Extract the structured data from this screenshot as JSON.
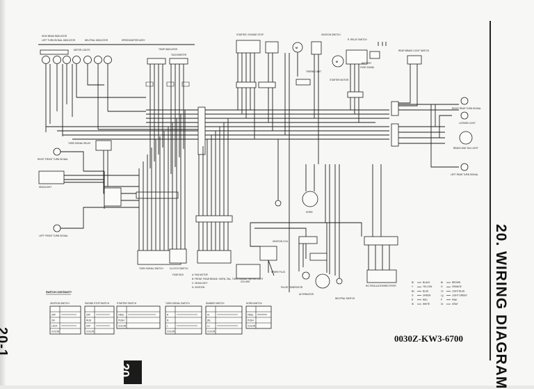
{
  "page": {
    "page_number": "20-1",
    "section_title": "20. WIRING DIAGRAM",
    "tab_number": "20",
    "part_number": "0030Z-KW3-6700"
  },
  "components": {
    "high_beam_indicator": "HIGH BEAM INDICATOR",
    "turn_signal_indicator": "LEFT TURN SIGNAL INDICATOR",
    "neutral_indicator": "NEUTRAL INDICATOR",
    "speedometer_assy": "SPEEDOMETER ASSY",
    "meter_lights": "METER LIGHTS",
    "temp_indicator": "TEMP INDICATOR",
    "tachometer": "TACHOMETER",
    "starter_engine_stop": "STARTER / ENGINE STOP",
    "ignition_switch": "IGNITION SWITCH",
    "relay_switch": "R. RELAY SWITCH",
    "battery": "BATTERY",
    "fuse": "FUSE 20A/8A",
    "thermo_unit": "THERMO UNIT",
    "starter_motor": "STARTER MOTOR",
    "rear_brake_light_switch": "REAR BRAKE LIGHT SWITCH",
    "turn_signal_relay": "TURN SIGNAL RELAY",
    "right_front_turn_signal": "RIGHT FRONT TURN SIGNAL",
    "headlight": "HEADLIGHT",
    "left_front_turn_signal": "LEFT FRONT TURN SIGNAL",
    "right_rear_turn_signal": "RIGHT REAR TURN SIGNAL",
    "license_light": "LICENSE LIGHT",
    "brake_tail_light": "BRAKE AND TAIL LIGHT",
    "left_rear_turn_signal": "LEFT REAR TURN SIGNAL",
    "horn": "HORN",
    "ignition_coil": "IGNITION COIL",
    "spark_plug": "SPARK PLUG",
    "cdi_unit": "CDI UNIT",
    "pulse_generator": "PULSE GENERATOR",
    "alternator": "ALTERNATOR",
    "neutral_switch": "NEUTRAL SWITCH",
    "regulator_rectifier": "R/C REGULATOR/RECTIFIER",
    "turn_signal_switch": "TURN SIGNAL SWITCH",
    "clutch_switch": "CLUTCH SWITCH",
    "fuse_box": "FUSE BOX",
    "fuse_notes": [
      "A: FAN MOTOR",
      "B: FRONT, REAR BRAKE, HORN, TAIL, TURN SIGNAL, METER LIGHT",
      "C: HEADLIGHT",
      "D: IGNITION"
    ],
    "switch_contacts": "SWITCH CONTINUITY"
  },
  "switch_tables": [
    {
      "title": "IGNITION SWITCH",
      "rows": [
        "OFF",
        "ON",
        "LOCK",
        "COLOR"
      ]
    },
    {
      "title": "ENGINE STOP SWITCH",
      "rows": [
        "OFF",
        "RUN",
        "OFF",
        "COLOR"
      ]
    },
    {
      "title": "STARTER SWITCH",
      "rows": [
        "FREE",
        "PUSH",
        "COLOR"
      ]
    },
    {
      "title": "TURN SIGNAL SWITCH",
      "rows": [
        "R",
        "N",
        "L",
        "COLOR"
      ]
    },
    {
      "title": "DIMMER SWITCH",
      "rows": [
        "Hi",
        "(N)",
        "Lo",
        "COLOR"
      ]
    },
    {
      "title": "HORN SWITCH",
      "rows": [
        "FREE",
        "PUSH",
        "COLOR"
      ]
    }
  ],
  "color_legend": [
    {
      "code": "Bl",
      "name": "BLACK"
    },
    {
      "code": "Y",
      "name": "YELLOW"
    },
    {
      "code": "Bu",
      "name": "BLUE"
    },
    {
      "code": "G",
      "name": "GREEN"
    },
    {
      "code": "R",
      "name": "RED"
    },
    {
      "code": "W",
      "name": "WHITE"
    },
    {
      "code": "Br",
      "name": "BROWN"
    },
    {
      "code": "O",
      "name": "ORANGE"
    },
    {
      "code": "Lb",
      "name": "LIGHT BLUE"
    },
    {
      "code": "Lg",
      "name": "LIGHT GREEN"
    },
    {
      "code": "P",
      "name": "PINK"
    },
    {
      "code": "Gr",
      "name": "GRAY"
    }
  ]
}
